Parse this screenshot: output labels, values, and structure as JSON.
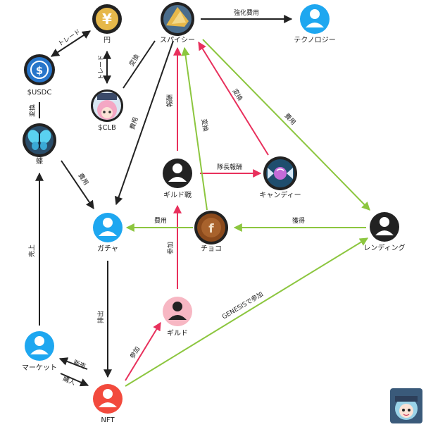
{
  "colors": {
    "black": "#222222",
    "green": "#8cc63f",
    "pink": "#e8305c",
    "blue": "#1ea7f0",
    "red": "#f24a3d",
    "lightpink": "#f7b7c3",
    "gold": "#e6b84a",
    "usdc": "#2775ca",
    "choco": "#8b4a1c"
  },
  "nodes": {
    "yen": {
      "label": "円",
      "icon": "yen-icon"
    },
    "spicy": {
      "label": "スパイシー",
      "icon": "spicy-icon"
    },
    "technology": {
      "label": "テクノロジー",
      "icon": "user-icon"
    },
    "usdc": {
      "label": "$USDC",
      "icon": "usdc-icon"
    },
    "clb": {
      "label": "$CLB",
      "icon": "clb-avatar-icon"
    },
    "butterfly": {
      "label": "蝶",
      "icon": "butterfly-icon"
    },
    "guild_battle": {
      "label": "ギルド戦",
      "icon": "user-icon"
    },
    "candy": {
      "label": "キャンディー",
      "icon": "candy-icon"
    },
    "gacha": {
      "label": "ガチャ",
      "icon": "user-icon"
    },
    "choco": {
      "label": "チョコ",
      "icon": "choco-icon"
    },
    "lending": {
      "label": "レンディング",
      "icon": "user-icon"
    },
    "guild": {
      "label": "ギルド",
      "icon": "user-icon"
    },
    "market": {
      "label": "マーケット",
      "icon": "user-icon"
    },
    "nft": {
      "label": "NFT",
      "icon": "user-icon"
    }
  },
  "edges": {
    "spicy_tech": "強化費用",
    "yen_usdc": "トレード",
    "yen_clb": "トレード",
    "clb_spicy": "変換",
    "usdc_butterfly": "変換",
    "spicy_gacha": "費用",
    "butterfly_gacha": "費用",
    "guild_spicy": "報酬",
    "choco_spicy": "変換",
    "candy_spicy": "変換",
    "spicy_lending": "費用",
    "guild_candy": "隊長報酬",
    "choco_gacha": "費用",
    "lending_choco": "獲得",
    "guildnode_guildbattle": "参加",
    "market_butterfly": "売上",
    "gacha_nft": "排出",
    "nft_guild": "参加",
    "nft_lending": "GENESISで参加",
    "market_nft": "販売",
    "nft_market": "購入"
  }
}
